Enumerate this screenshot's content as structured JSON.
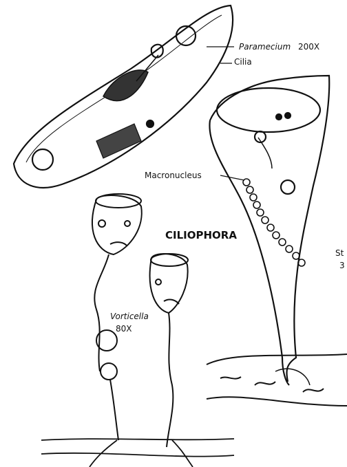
{
  "labels": {
    "paramecium": "Paramecium",
    "paramecium_mag": "200X",
    "cilia": "Cilia",
    "macronucleus": "Macronucleus",
    "phylum": "CILIOPHORA",
    "vorticella": "Vorticella",
    "vorticella_mag": "80X",
    "stentor_partial": "St",
    "stentor_mag_partial": "3"
  },
  "colors": {
    "ink": "#111111",
    "paper": "#ffffff"
  }
}
